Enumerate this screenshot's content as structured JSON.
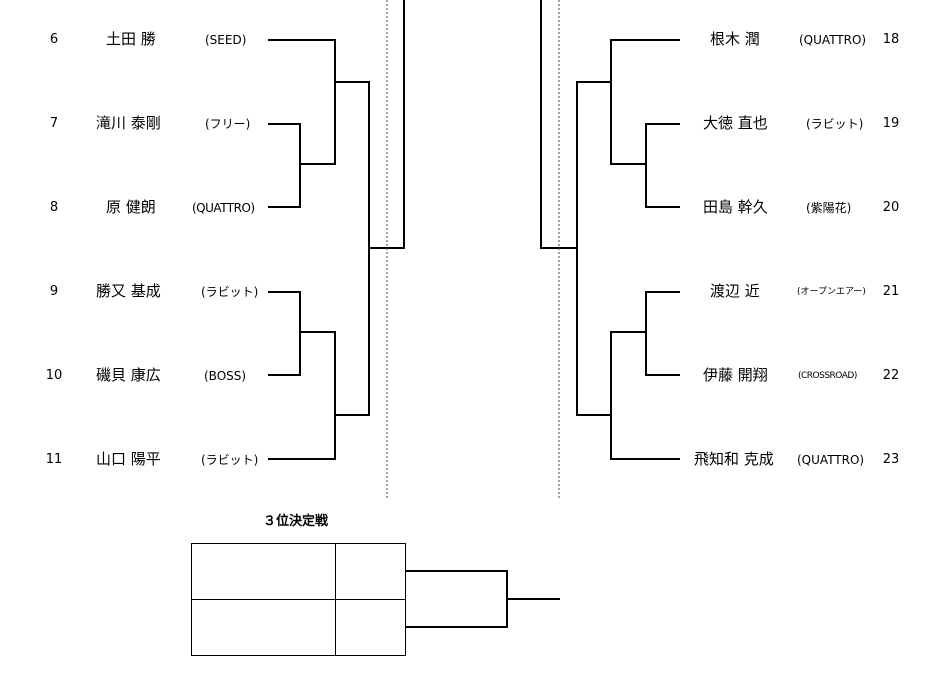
{
  "left_players": [
    {
      "num": "6",
      "name": "土田 勝",
      "team": "(SEED)"
    },
    {
      "num": "7",
      "name": "滝川 泰剛",
      "team": "(フリー)"
    },
    {
      "num": "8",
      "name": "原 健朗",
      "team": "(QUATTRO)"
    },
    {
      "num": "9",
      "name": "勝又 基成",
      "team": "(ラビット)"
    },
    {
      "num": "10",
      "name": "磯貝 康広",
      "team": "(BOSS)"
    },
    {
      "num": "11",
      "name": "山口 陽平",
      "team": "(ラビット)"
    }
  ],
  "right_players": [
    {
      "num": "18",
      "name": "根木 潤",
      "team": "(QUATTRO)"
    },
    {
      "num": "19",
      "name": "大徳 直也",
      "team": "(ラビット)"
    },
    {
      "num": "20",
      "name": "田島 幹久",
      "team": "(紫陽花)"
    },
    {
      "num": "21",
      "name": "渡辺 近",
      "team": "(オープンエアー)"
    },
    {
      "num": "22",
      "name": "伊藤 開翔",
      "team": "(CROSSROAD)"
    },
    {
      "num": "23",
      "name": "飛知和 克成",
      "team": "(QUATTRO)"
    }
  ],
  "third_place": {
    "title": "３位決定戦"
  },
  "colors": {
    "line": "#000000",
    "dashed_divider": "#1f4e79"
  }
}
